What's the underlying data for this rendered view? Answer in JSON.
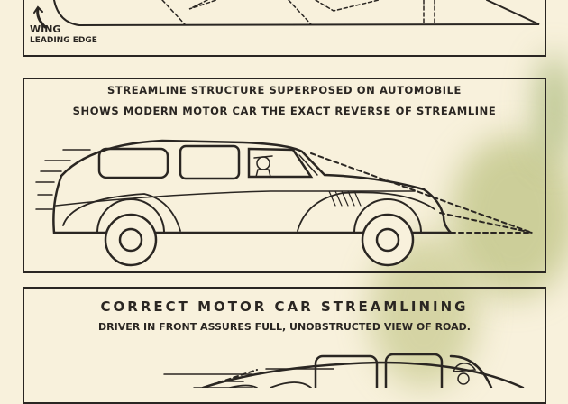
{
  "panel_top": {
    "label_line1": "WING",
    "label_line2": "LEADING EDGE"
  },
  "panel_middle": {
    "title_line1": "STREAMLINE STRUCTURE SUPERPOSED ON AUTOMOBILE",
    "title_line2": "SHOWS MODERN MOTOR CAR THE EXACT REVERSE OF STREAMLINE"
  },
  "panel_bottom": {
    "title": "CORRECT MOTOR CAR STREAMLINING",
    "subtitle": "DRIVER IN FRONT ASSURES FULL, UNOBSTRUCTED VIEW OF ROAD."
  },
  "colors": {
    "paper": "#f8f1dc",
    "ink": "#2a2622",
    "stain": "#9aa84a"
  }
}
